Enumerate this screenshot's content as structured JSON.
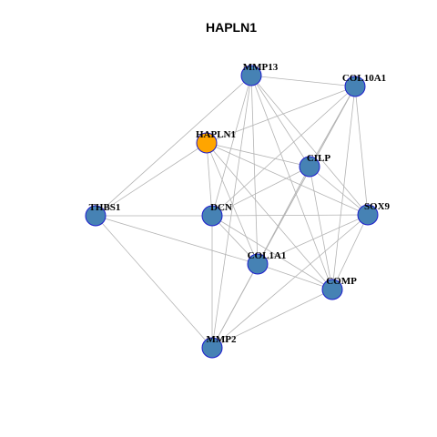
{
  "title": "HAPLN1",
  "colors": {
    "node_fill": "#4682b4",
    "highlight_fill": "#ffa500",
    "node_border": "#1c1ccc",
    "edge": "#b3b3b3"
  },
  "nodes": [
    {
      "id": "MMP13",
      "label": "MMP13",
      "highlight": false
    },
    {
      "id": "COL10A1",
      "label": "COL10A1",
      "highlight": false
    },
    {
      "id": "HAPLN1",
      "label": "HAPLN1",
      "highlight": true
    },
    {
      "id": "CILP",
      "label": "CILP",
      "highlight": false
    },
    {
      "id": "THBS1",
      "label": "THBS1",
      "highlight": false
    },
    {
      "id": "DCN",
      "label": "DCN",
      "highlight": false
    },
    {
      "id": "SOX9",
      "label": "SOX9",
      "highlight": false
    },
    {
      "id": "COL1A1",
      "label": "COL1A1",
      "highlight": false
    },
    {
      "id": "COMP",
      "label": "COMP",
      "highlight": false
    },
    {
      "id": "MMP2",
      "label": "MMP2",
      "highlight": false
    }
  ],
  "edges": [
    [
      "MMP13",
      "COL10A1"
    ],
    [
      "MMP13",
      "THBS1"
    ],
    [
      "MMP13",
      "DCN"
    ],
    [
      "MMP13",
      "CILP"
    ],
    [
      "MMP13",
      "SOX9"
    ],
    [
      "MMP13",
      "COL1A1"
    ],
    [
      "MMP13",
      "COMP"
    ],
    [
      "MMP13",
      "MMP2"
    ],
    [
      "COL10A1",
      "HAPLN1"
    ],
    [
      "COL10A1",
      "CILP"
    ],
    [
      "COL10A1",
      "DCN"
    ],
    [
      "COL10A1",
      "SOX9"
    ],
    [
      "COL10A1",
      "COL1A1"
    ],
    [
      "COL10A1",
      "COMP"
    ],
    [
      "COL10A1",
      "MMP2"
    ],
    [
      "HAPLN1",
      "THBS1"
    ],
    [
      "HAPLN1",
      "DCN"
    ],
    [
      "HAPLN1",
      "CILP"
    ],
    [
      "HAPLN1",
      "SOX9"
    ],
    [
      "HAPLN1",
      "COL1A1"
    ],
    [
      "HAPLN1",
      "COMP"
    ],
    [
      "CILP",
      "DCN"
    ],
    [
      "CILP",
      "SOX9"
    ],
    [
      "CILP",
      "COL1A1"
    ],
    [
      "CILP",
      "COMP"
    ],
    [
      "THBS1",
      "DCN"
    ],
    [
      "THBS1",
      "COL1A1"
    ],
    [
      "THBS1",
      "MMP2"
    ],
    [
      "DCN",
      "SOX9"
    ],
    [
      "DCN",
      "COL1A1"
    ],
    [
      "DCN",
      "COMP"
    ],
    [
      "DCN",
      "MMP2"
    ],
    [
      "SOX9",
      "COL1A1"
    ],
    [
      "SOX9",
      "COMP"
    ],
    [
      "SOX9",
      "MMP2"
    ],
    [
      "COL1A1",
      "COMP"
    ],
    [
      "COL1A1",
      "MMP2"
    ],
    [
      "COMP",
      "MMP2"
    ]
  ]
}
